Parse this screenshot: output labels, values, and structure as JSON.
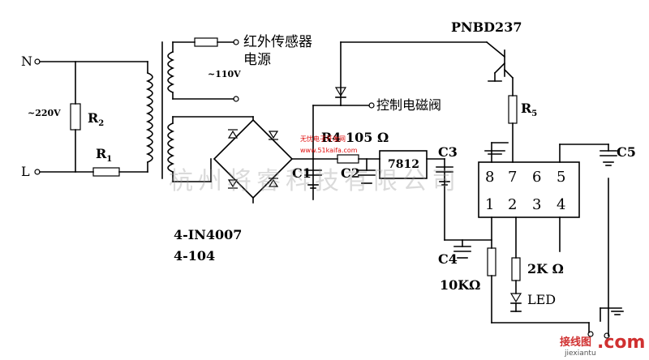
{
  "labels": {
    "n": "N",
    "l": "L",
    "ac220": "~220V",
    "r2": "R",
    "r2_sub": "2",
    "r1": "R",
    "r1_sub": "1",
    "ac110": "~110V",
    "ir_sensor_line1": "红外传感器",
    "ir_sensor_line2": "电源",
    "pnbd": "PNBD237",
    "r5": "R",
    "r5_sub": "5",
    "solenoid": "控制电磁阀",
    "r4": "R4 105 Ω",
    "c1": "C1",
    "c2": "C2",
    "reg": "7812",
    "c3": "C3",
    "c4": "C4",
    "c5": "C5",
    "pin8": "8",
    "pin7": "7",
    "pin6": "6",
    "pin5": "5",
    "pin1": "1",
    "pin2": "2",
    "pin3": "3",
    "pin4": "4",
    "diodes": "4-IN4007",
    "caps": "4-104",
    "r10k": "10KΩ",
    "r2k": "2K Ω",
    "led": "LED"
  },
  "watermarks": {
    "main": "杭州将睿科技有限公司",
    "red_top": "无忧电子开发网",
    "red_url": "www.51kaifa.com",
    "corner_cn": "接线图",
    "corner_com": ".com",
    "corner_url": "jiexiantu"
  },
  "colors": {
    "line": "#000000",
    "watermark_red": "#e01010",
    "watermark_gray": "#969696"
  }
}
